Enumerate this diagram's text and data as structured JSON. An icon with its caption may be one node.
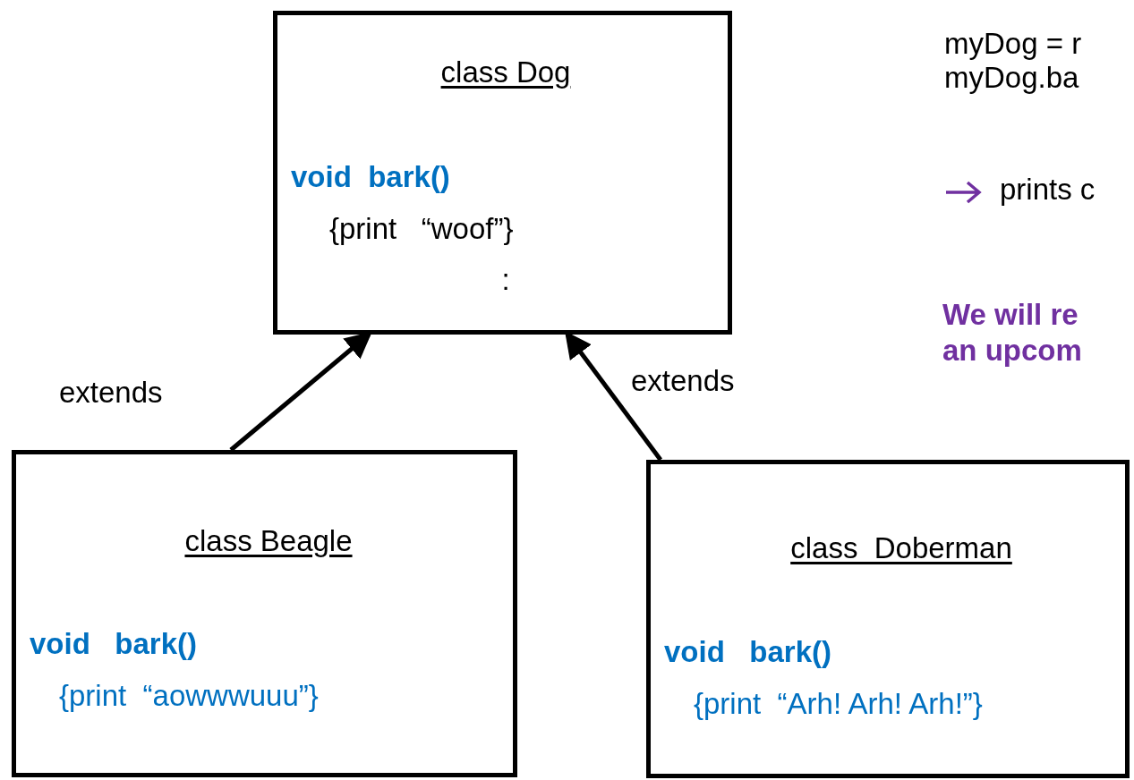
{
  "diagram": {
    "nodes": [
      {
        "text": [
          "class Dog",
          "void  bark()",
          "{print   “woof”}",
          ":"
        ]
      },
      {
        "text": [
          "class Beagle",
          "void   bark()",
          "{print  “aowwwuuu”}"
        ]
      },
      {
        "text": [
          "class  Doberman",
          "void   bark()",
          "{print  “Arh! Arh! Arh!”}"
        ]
      }
    ],
    "edges": [
      {
        "from": 1,
        "to": 0,
        "arrow": "to",
        "label": "extends"
      },
      {
        "from": 2,
        "to": 0,
        "arrow": "to",
        "label": "extends"
      }
    ],
    "labels": [
      "myDog = r",
      "myDog.ba",
      "prints c",
      "We will re",
      "an upcom"
    ]
  }
}
